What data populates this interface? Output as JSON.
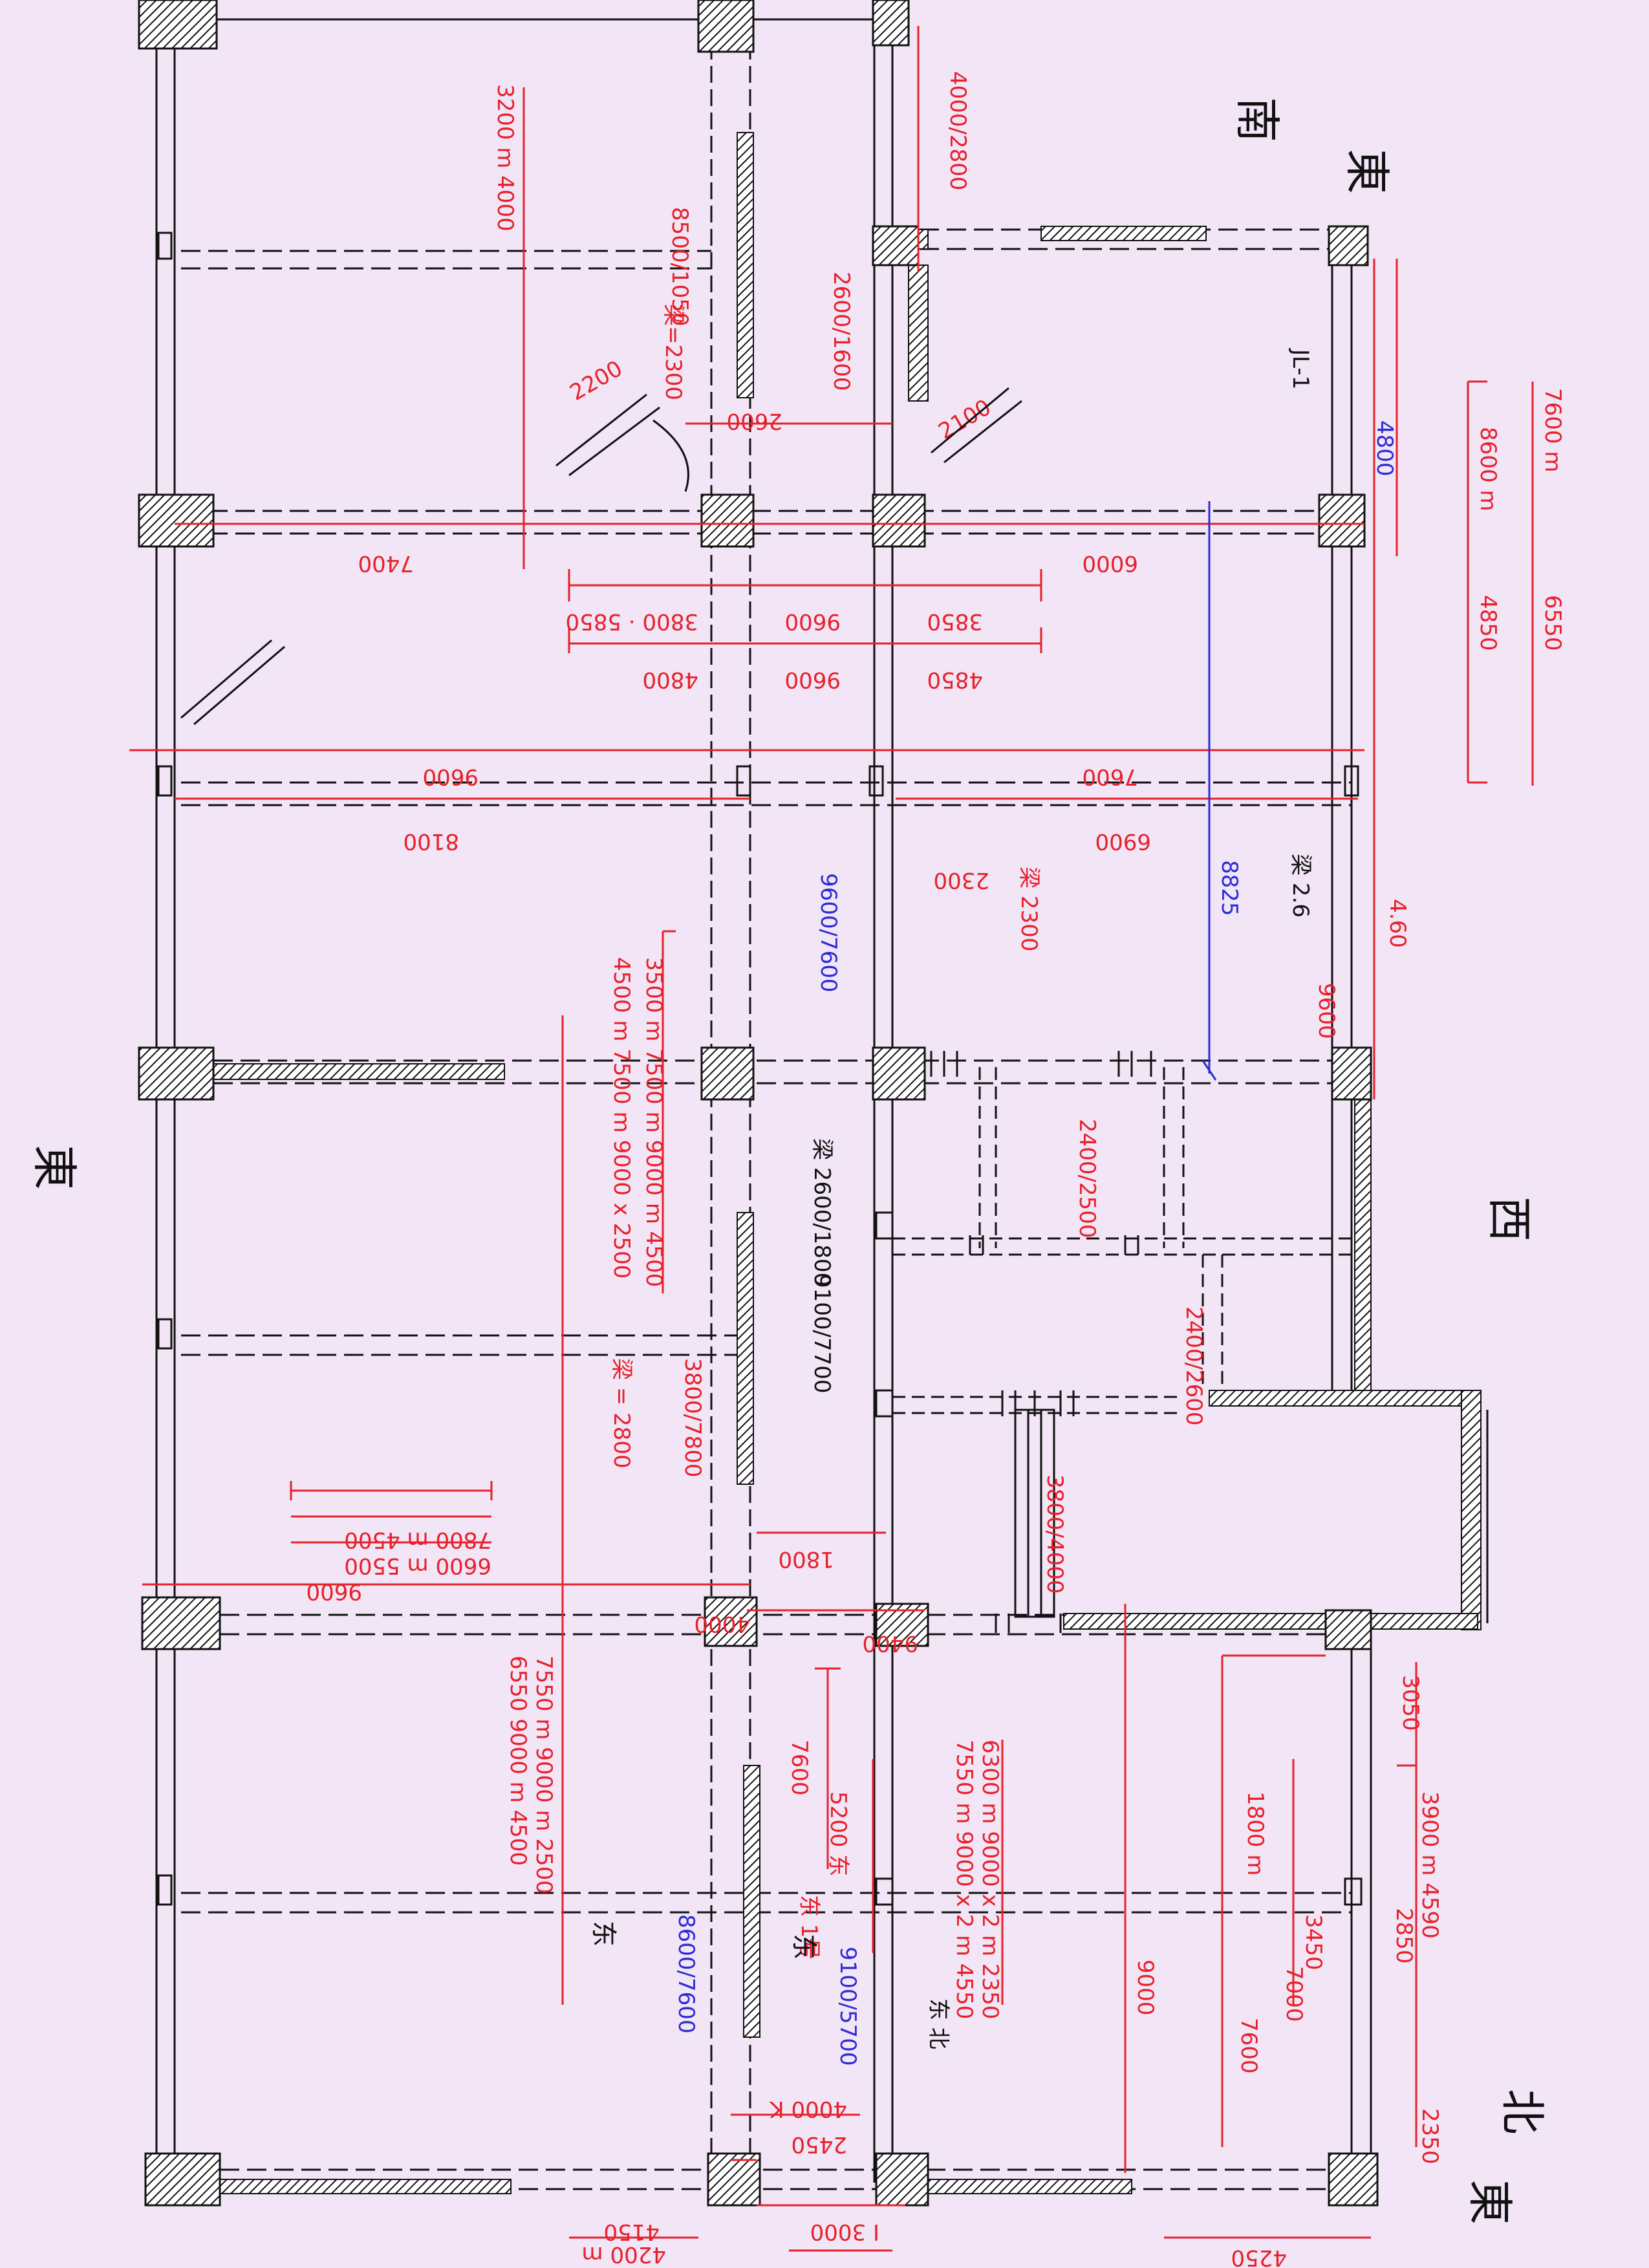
{
  "sheet": {
    "paper_color": "#f1e5f6",
    "ink_red": "#e8202a",
    "ink_blue": "#2b2bd6",
    "ink_black": "#111111"
  },
  "notes": {
    "top_col_a": "3200 m 4000",
    "top_vert": "4000/2800",
    "stair_top_left": "2200",
    "stair_top_right": "2100",
    "beam_top": "梁=2300",
    "label_top_left_left": "8500/1050",
    "label_top_mid": "2600/1600",
    "label_top_mid2": "2600",
    "label_jl": "JL-1",
    "mark_4800": "4800",
    "r1_left": "7400",
    "r1_right": "6000",
    "dim_a1": "3800 · 5850",
    "dim_a2": "9600",
    "dim_a3": "3850",
    "dim_b1": "4800",
    "dim_b2": "9600",
    "dim_b3": "4850",
    "dim_box_r1": "7600 m",
    "dim_box_r2": "8600 m",
    "dim_box_r3": "6550",
    "dim_box_r4": "4850",
    "row2_left": "9600",
    "row2_right": "7600",
    "row2_below_left": "8100",
    "row2_below_right": "6900",
    "stair_mid": "2300",
    "stair_mid_char": "梁 2300",
    "blue_vert_1": "9600/7600",
    "blue_vert_2": "8825",
    "beam_mid": "梁 2.6",
    "r_vert": "4.60",
    "r_vert2": "9600",
    "center_col_1": "3500 m 7500 m 9000 m 4500",
    "center_col_2": "4500 m 7500 m 9000 x 2500",
    "beam_center": "梁 2600/1800",
    "blue_center": "9100/7700",
    "center_right_1": "2400/2500",
    "center_right_2": "2400/2600",
    "mid_left_col": "3800/7800",
    "mid_left_beam": "梁 = 2800",
    "left_block_1": "9600",
    "left_block_2": "6600 m 5500",
    "left_block_3": "7800 m 4500",
    "mid_1800": "1800",
    "mid_3800": "3800/4000",
    "row4_l": "9400",
    "row4_m": "4000",
    "lower_col_a": "7550 m 9000 m 2500",
    "lower_col_b": "6550 9000 m 4500",
    "lower_mid_a": "7600",
    "lower_mid_b": "5200 东",
    "lower_mid_c": "东 1号",
    "lower_mid_right_a": "6300 m 9000 x 2 m 2350",
    "lower_mid_right_b": "7550 m 9000 x 2 m 4550",
    "blue_lower_left": "8600/7600",
    "blue_lower_right": "9100/5700",
    "lower_right_big": "9000",
    "right_col_a": "1800 m",
    "right_col_b": "7600",
    "right_col_c": "3450",
    "right_col_d": "7000",
    "right_col_e": "3900 m 4590",
    "right_col_f": "2850",
    "r_3050": "3050",
    "bottom_1": "4150",
    "bottom_2": "4200 m",
    "bottom_3": "2450",
    "bottom_4": "4000 K",
    "bottom_5": "I 3000",
    "bottom_6": "4250",
    "bottom_7": "2350",
    "bottom_note": "东 北",
    "char_north": "北",
    "char_east": "東",
    "char_top_r1": "南",
    "char_top_r2": "東",
    "char_west": "西",
    "char_left": "東",
    "char_small_1": "东",
    "char_small_2": "东"
  }
}
